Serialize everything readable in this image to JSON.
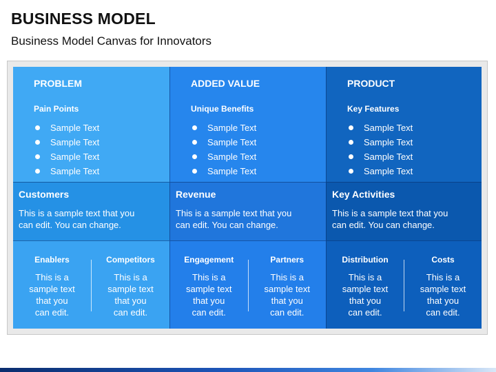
{
  "header": {
    "title": "BUSINESS MODEL",
    "subtitle": "Business Model Canvas for Innovators"
  },
  "top_sections": [
    {
      "title": "PROBLEM",
      "subtitle": "Pain Points",
      "items": [
        "Sample Text",
        "Sample Text",
        "Sample Text",
        "Sample Text"
      ]
    },
    {
      "title": "ADDED VALUE",
      "subtitle": "Unique Benefits",
      "items": [
        "Sample Text",
        "Sample Text",
        "Sample Text",
        "Sample Text"
      ]
    },
    {
      "title": "PRODUCT",
      "subtitle": "Key Features",
      "items": [
        "Sample Text",
        "Sample Text",
        "Sample Text",
        "Sample Text"
      ]
    }
  ],
  "middle_sections": [
    {
      "title": "Customers",
      "line1": "This is a sample text that you",
      "line2": "can edit. You can change."
    },
    {
      "title": "Revenue",
      "line1": "This is a sample text that you",
      "line2": "can edit. You can change."
    },
    {
      "title": "Key Activities",
      "line1": "This is a sample text that you",
      "line2": "can edit. You can change."
    }
  ],
  "bottom_sections": [
    {
      "title": "Enablers",
      "lines": [
        "This is a",
        "sample text",
        "that you",
        "can edit."
      ]
    },
    {
      "title": "Competitors",
      "lines": [
        "This is a",
        "sample text",
        "that you",
        "can edit."
      ]
    },
    {
      "title": "Engagement",
      "lines": [
        "This is a",
        "sample text",
        "that you",
        "can edit."
      ]
    },
    {
      "title": "Partners",
      "lines": [
        "This is a",
        "sample text",
        "that you",
        "can edit."
      ]
    },
    {
      "title": "Distribution",
      "lines": [
        "This is a",
        "sample text",
        "that you",
        "can edit."
      ]
    },
    {
      "title": "Costs",
      "lines": [
        "This is a",
        "sample text",
        "that you",
        "can edit."
      ]
    }
  ],
  "colors": {
    "col1": "#40a9f4",
    "col2": "#2686ed",
    "col3": "#1165bf",
    "text": "#ffffff"
  }
}
